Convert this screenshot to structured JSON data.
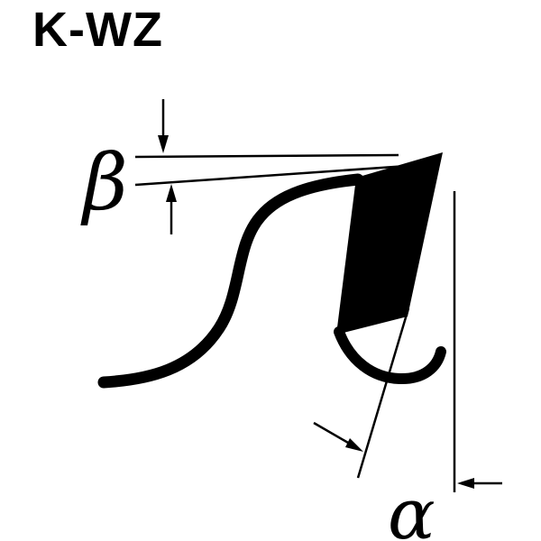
{
  "page": {
    "background": "#ffffff",
    "ink": "#000000"
  },
  "title": {
    "label": "K-WZ"
  },
  "diagram": {
    "type": "saw-blade-tooth-geometry",
    "angle_labels": {
      "beta": "β",
      "alpha": "α"
    }
  }
}
